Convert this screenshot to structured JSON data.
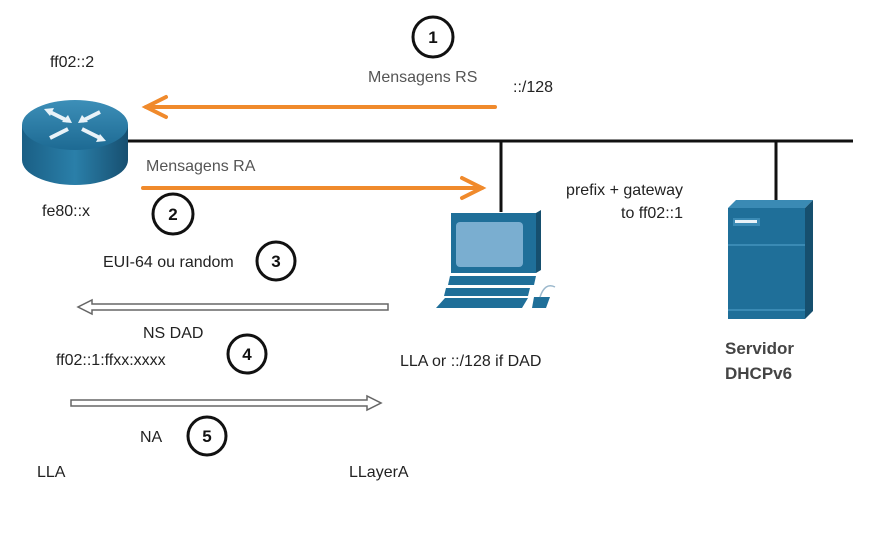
{
  "colors": {
    "arrow": "#f08a2c",
    "device": "#1f6f99",
    "device_dark": "#164f6e",
    "line": "#111111"
  },
  "steps": [
    "1",
    "2",
    "3",
    "4",
    "5"
  ],
  "router": {
    "icon": "router-icon",
    "multicast_label": "ff02::2",
    "lla_label": "fe80::x"
  },
  "rs": {
    "label": "Mensagens RS",
    "source_label": "::/128"
  },
  "ra": {
    "label": "Mensagens RA",
    "info_line1": "prefix + gateway",
    "info_line2": "to ff02::1"
  },
  "host": {
    "icon": "pc-icon",
    "address_label": "LLA or ::/128 if DAD",
    "eui_label": "EUI-64 ou random"
  },
  "ns": {
    "label": "NS DAD",
    "dest_label": "ff02::1:ffxx:xxxx"
  },
  "na": {
    "label": "NA",
    "left_label": "LLA",
    "right_label": "LLayerA"
  },
  "server": {
    "icon": "server-icon",
    "line1": "Servidor",
    "line2": "DHCPv6"
  }
}
